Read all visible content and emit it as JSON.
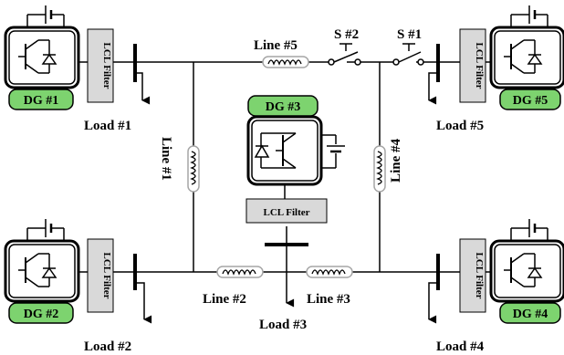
{
  "dg_labels": {
    "dg1": "DG #1",
    "dg2": "DG #2",
    "dg3": "DG #3",
    "dg4": "DG #4",
    "dg5": "DG #5"
  },
  "filter_label": "LCL Filter",
  "lines": {
    "line1": "Line #1",
    "line2": "Line #2",
    "line3": "Line #3",
    "line4": "Line #4",
    "line5": "Line #5"
  },
  "loads": {
    "load1": "Load #1",
    "load2": "Load #2",
    "load3": "Load #3",
    "load4": "Load #4",
    "load5": "Load #5"
  },
  "switches": {
    "s1": "S #1",
    "s2": "S #2"
  },
  "colors": {
    "dg_badge": "#7dd36f",
    "filter_box": "#d9d9d9",
    "inductor_box": "#a6a6a6"
  }
}
